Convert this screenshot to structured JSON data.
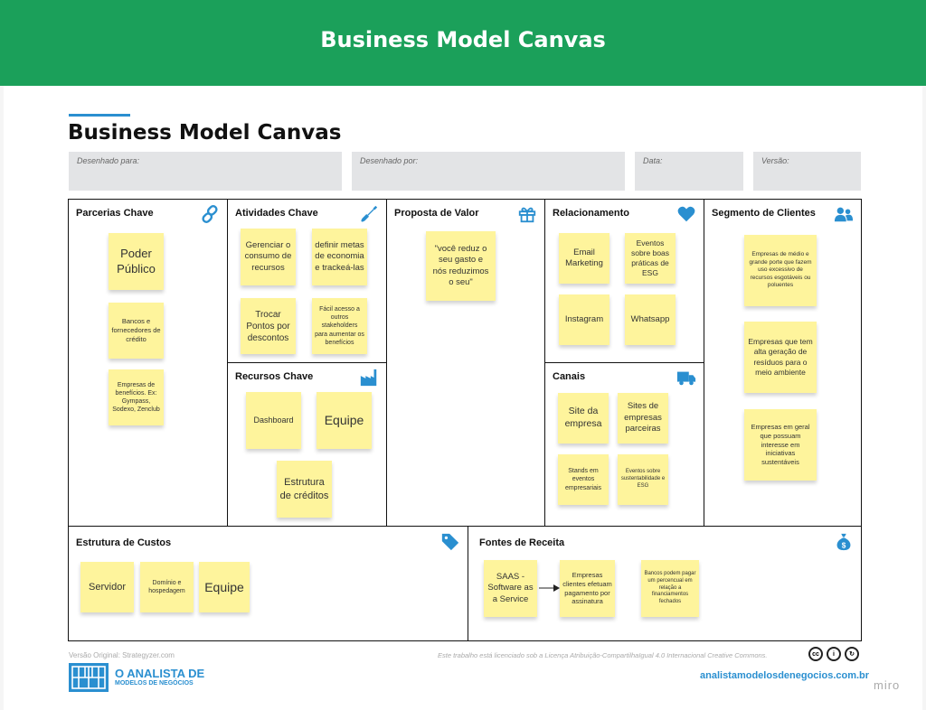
{
  "header": {
    "title": "Business Model Canvas"
  },
  "canvas": {
    "title": "Business Model Canvas"
  },
  "meta": {
    "designed_for": "Desenhado para:",
    "designed_by": "Desenhado por:",
    "date": "Data:",
    "version": "Versão:"
  },
  "sections": {
    "key_partners": {
      "title": "Parcerias Chave",
      "icon": "link-icon",
      "notes": [
        "Poder Público",
        "Bancos e fornecedores de crédito",
        "Empresas de benefícios. Ex: Gympass, Sodexo, Zenclub"
      ]
    },
    "key_activities": {
      "title": "Atividades Chave",
      "icon": "shovel-icon",
      "notes": [
        "Gerenciar o consumo de recursos",
        "definir metas de economia e trackeá-las",
        "Trocar Pontos por descontos",
        "Fácil acesso a outros stakeholders para aumentar os benefícios"
      ]
    },
    "key_resources": {
      "title": "Recursos Chave",
      "icon": "factory-icon",
      "notes": [
        "Dashboard",
        "Equipe",
        "Estrutura de créditos"
      ]
    },
    "value_proposition": {
      "title": "Proposta de Valor",
      "icon": "gift-icon",
      "notes": [
        "\"você reduz o seu gasto e nós reduzimos o seu\""
      ]
    },
    "relationship": {
      "title": "Relacionamento",
      "icon": "heart-icon",
      "notes": [
        "Email Marketing",
        "Eventos sobre boas práticas de ESG",
        "Instagram",
        "Whatsapp"
      ]
    },
    "channels": {
      "title": "Canais",
      "icon": "truck-icon",
      "notes": [
        "Site da empresa",
        "Sites de empresas parceiras",
        "Stands em eventos empresariais",
        "Eventos sobre sustentabilidade e ESG"
      ]
    },
    "customer_segments": {
      "title": "Segmento de Clientes",
      "icon": "users-icon",
      "notes": [
        "Empresas de médio e grande porte que fazem uso excessivo de recursos esgotáveis ou poluentes",
        "Empresas que tem alta geração de resíduos para o meio ambiente",
        "Empresas em geral que possuam interesse em iniciativas sustentáveis"
      ]
    },
    "cost_structure": {
      "title": "Estrutura de Custos",
      "icon": "tag-icon",
      "notes": [
        "Servidor",
        "Domínio e hospedagem",
        "Equipe"
      ]
    },
    "revenue_streams": {
      "title": "Fontes de Receita",
      "icon": "money-bag-icon",
      "notes": [
        "SAAS - Software as a Service",
        "Empresas clientes efetuam pagamento por assinatura",
        "Bancos podem pagar um percencual em relação a financiamentos fechados"
      ]
    }
  },
  "footer": {
    "original": "Versão Original: Strategyzer.com",
    "license": "Este trabalho está licenciado sob a Licença Atribuição-CompartilhaIgual 4.0 Internacional Creative Commons.",
    "logo_line1": "O ANALISTA DE",
    "logo_line2": "MODELOS DE NEGÓCIOS",
    "website": "analistamodelosdenegocios.com.br",
    "cc_icons": [
      "cc-icon",
      "by-icon",
      "sa-icon"
    ],
    "cc_labels": [
      "cc",
      "i",
      "↻"
    ],
    "watermark": "miro"
  },
  "colors": {
    "header_green": "#1ba05a",
    "accent_blue": "#2a8fd0",
    "note_yellow": "#fef49c"
  }
}
